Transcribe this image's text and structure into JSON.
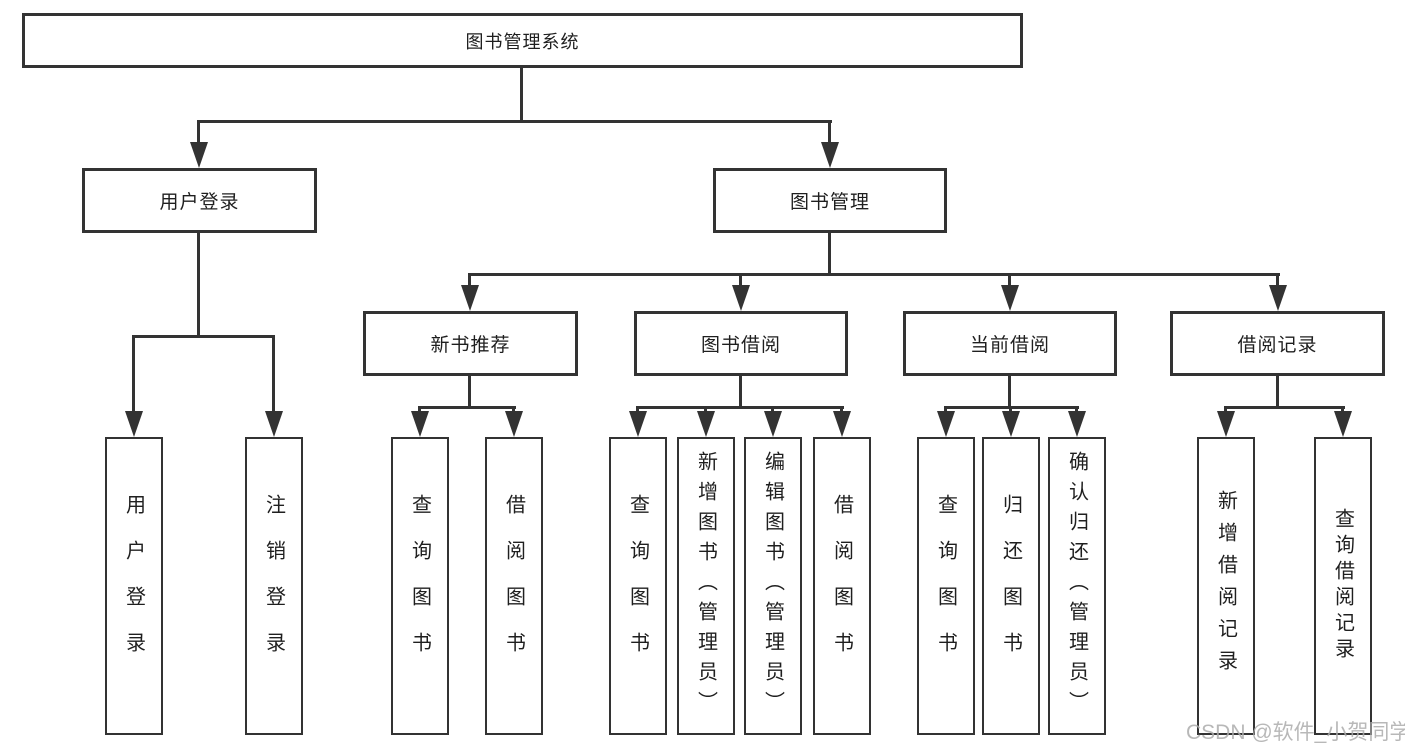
{
  "tree": {
    "root": "图书管理系统",
    "level2": [
      {
        "label": "用户登录",
        "children": [
          "用户登录",
          "注销登录"
        ]
      },
      {
        "label": "图书管理"
      }
    ],
    "level3": [
      {
        "label": "新书推荐",
        "children": [
          "查询图书",
          "借阅图书"
        ]
      },
      {
        "label": "图书借阅",
        "children": [
          "查询图书",
          "新增图书（管理员）",
          "编辑图书（管理员）",
          "借阅图书"
        ]
      },
      {
        "label": "当前借阅",
        "children": [
          "查询图书",
          "归还图书",
          "确认归还（管理员）"
        ]
      },
      {
        "label": "借阅记录",
        "children": [
          "新增借阅记录",
          "查询借阅记录"
        ]
      }
    ]
  },
  "watermark": "CSDN @软件_小贺同学",
  "colors": {
    "line": "#333333",
    "text": "#1f1f1f",
    "watermark": "#acacac"
  }
}
